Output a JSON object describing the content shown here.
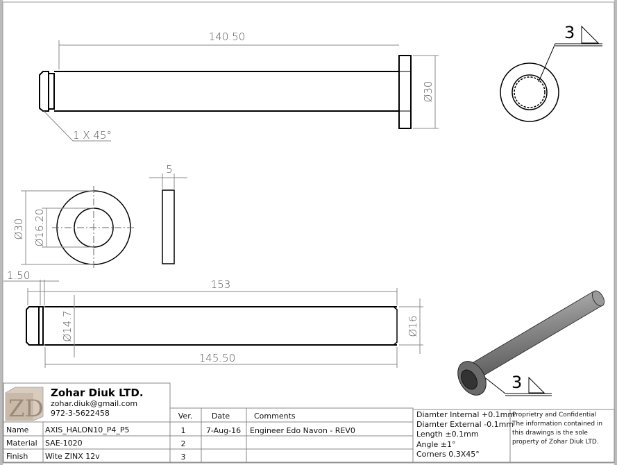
{
  "views": {
    "side_view": {
      "length_dim": "140.50",
      "flange_dia_dim": "Ø30",
      "chamfer_note": "1 X 45°"
    },
    "end_view": {
      "weld_size": "3"
    },
    "washer_front": {
      "outer_dia_dim": "Ø30",
      "inner_dia_dim": "Ø16.20"
    },
    "washer_side": {
      "thickness_dim": "5"
    },
    "shaft_view": {
      "groove_dim": "1.50",
      "overall_length_dim": "153",
      "body_length_dim": "145.50",
      "groove_dia_dim": "Ø14.7",
      "shaft_dia_dim": "Ø16"
    },
    "isometric": {
      "weld_size": "3"
    }
  },
  "title_block": {
    "company": "Zohar Diuk LTD.",
    "email": "zohar.diuk@gmail.com",
    "phone": "972-3-5622458",
    "logo_text": "ZD",
    "fields": [
      {
        "label": "Name",
        "value": "AXIS_HALON10_P4_P5"
      },
      {
        "label": "Material",
        "value": "SAE-1020"
      },
      {
        "label": "Finish",
        "value": "Wite ZINX 12v"
      }
    ],
    "revisions_header": {
      "ver": "Ver.",
      "date": "Date",
      "comments": "Comments"
    },
    "revisions": [
      {
        "ver": "1",
        "date": "7-Aug-16",
        "comment": "Engineer Edo Navon - REV0"
      },
      {
        "ver": "2",
        "date": "",
        "comment": ""
      },
      {
        "ver": "3",
        "date": "",
        "comment": ""
      }
    ],
    "tolerances": [
      "Diamter Internal +0.1mm",
      "Diamter External -0.1mm",
      "Length ±0.1mm",
      "Angle ±1°",
      "Corners 0.3X45°"
    ],
    "confidential": [
      "Proprietry and Confidential",
      "The information contained in",
      "this drawings is the sole",
      "property of Zohar Diuk LTD."
    ]
  }
}
